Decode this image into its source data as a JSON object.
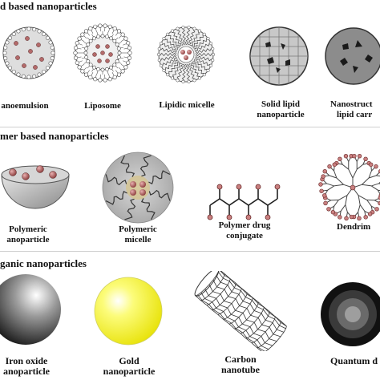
{
  "sections": [
    {
      "title": "d based nanoparticles",
      "items": [
        {
          "line1": "anoemulsion",
          "line2": ""
        },
        {
          "line1": "Liposome",
          "line2": ""
        },
        {
          "line1": "Lipidic micelle",
          "line2": ""
        },
        {
          "line1": "Solid lipid",
          "line2": "nanoparticle"
        },
        {
          "line1": "Nanostruct",
          "line2": "lipid carr"
        }
      ]
    },
    {
      "title": "mer based nanoparticles",
      "items": [
        {
          "line1": "Polymeric",
          "line2": "anoparticle"
        },
        {
          "line1": "Polymeric",
          "line2": "micelle"
        },
        {
          "line1": "Polymer drug",
          "line2": "conjugate"
        },
        {
          "line1": "Dendrim",
          "line2": ""
        }
      ]
    },
    {
      "title": "ganic nanoparticles",
      "items": [
        {
          "line1": "Iron oxide",
          "line2": "anoparticle"
        },
        {
          "line1": "Gold",
          "line2": "nanoparticle"
        },
        {
          "line1": "Carbon",
          "line2": "nanotube"
        },
        {
          "line1": "Quantum d",
          "line2": ""
        }
      ]
    }
  ],
  "colors": {
    "drug": "#b36a6a",
    "drug_edge": "#5a2a2a",
    "shell": "#dcdcdc",
    "grey_fill": "#b8b8b8",
    "gold": "#f4f000"
  }
}
